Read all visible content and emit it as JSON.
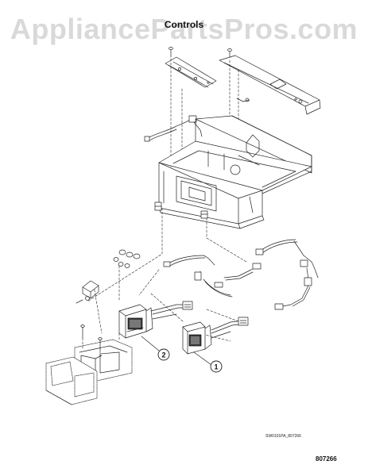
{
  "title": "Controls",
  "watermark": "AppliancePartsPros.com",
  "figure_code": "SW0101PA_807266",
  "page_number": "807266",
  "callouts": [
    {
      "label": "1"
    },
    {
      "label": "2"
    }
  ],
  "colors": {
    "ink": "#222222",
    "watermark": "#b9b9b9",
    "paper": "#ffffff"
  }
}
